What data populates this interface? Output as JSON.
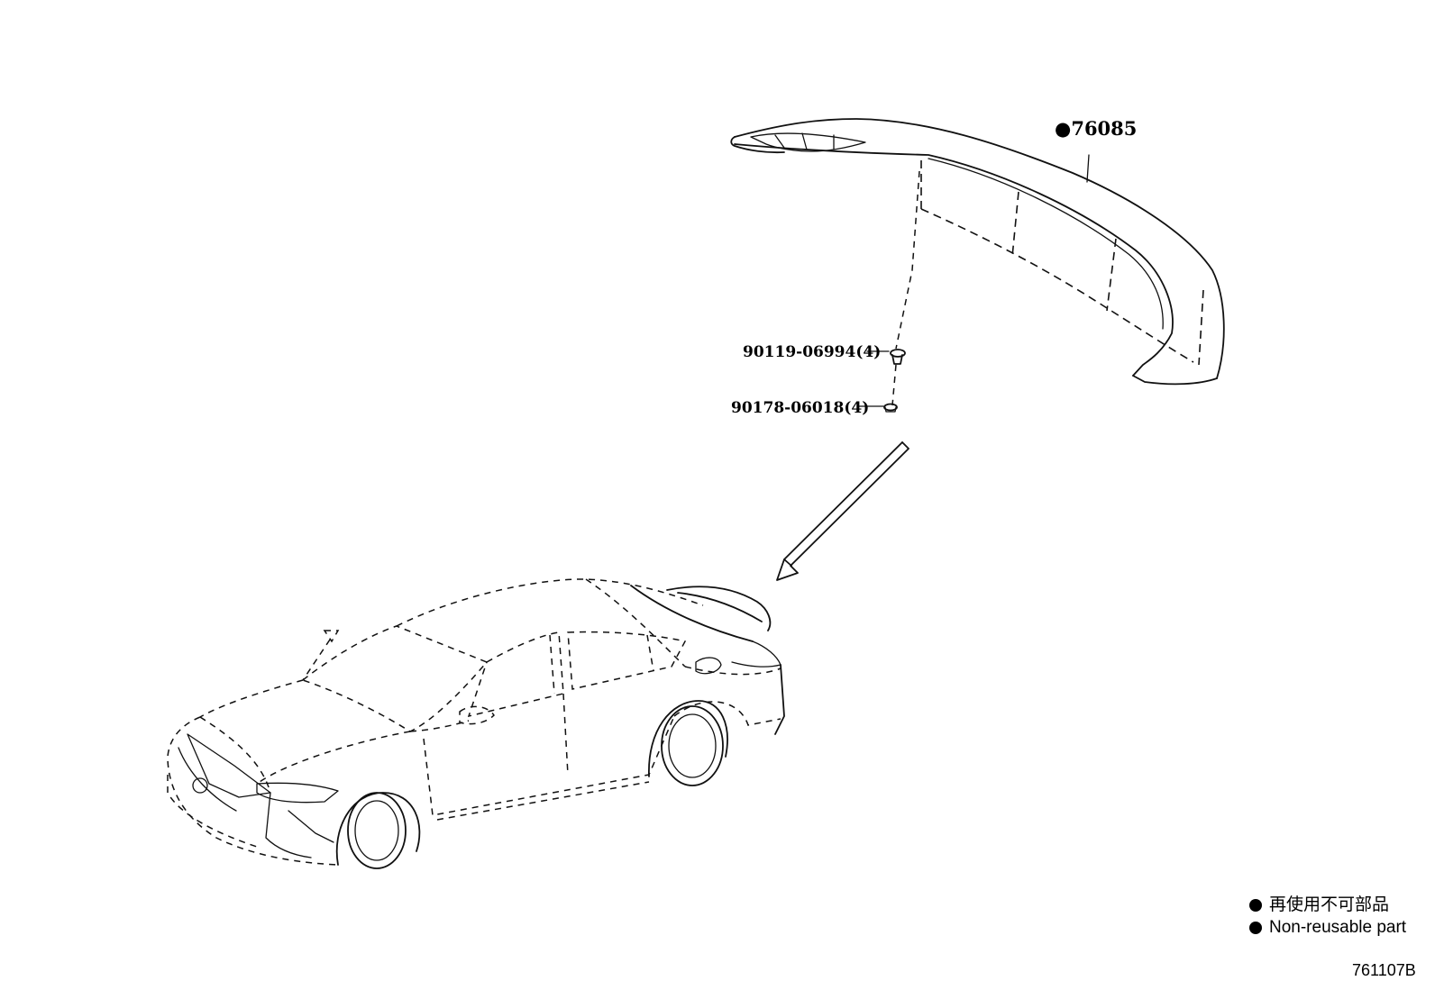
{
  "callouts": {
    "spoiler": {
      "marker": "●",
      "part_number": "76085"
    },
    "screw": {
      "label": "90119-06994(4)"
    },
    "nut": {
      "label": "90178-06018(4)"
    }
  },
  "legend": {
    "items": [
      {
        "icon": "filled-circle-icon",
        "text": "再使用不可部品"
      },
      {
        "icon": "filled-circle-icon",
        "text": "Non-reusable part"
      }
    ]
  },
  "figure_code": "761107B"
}
